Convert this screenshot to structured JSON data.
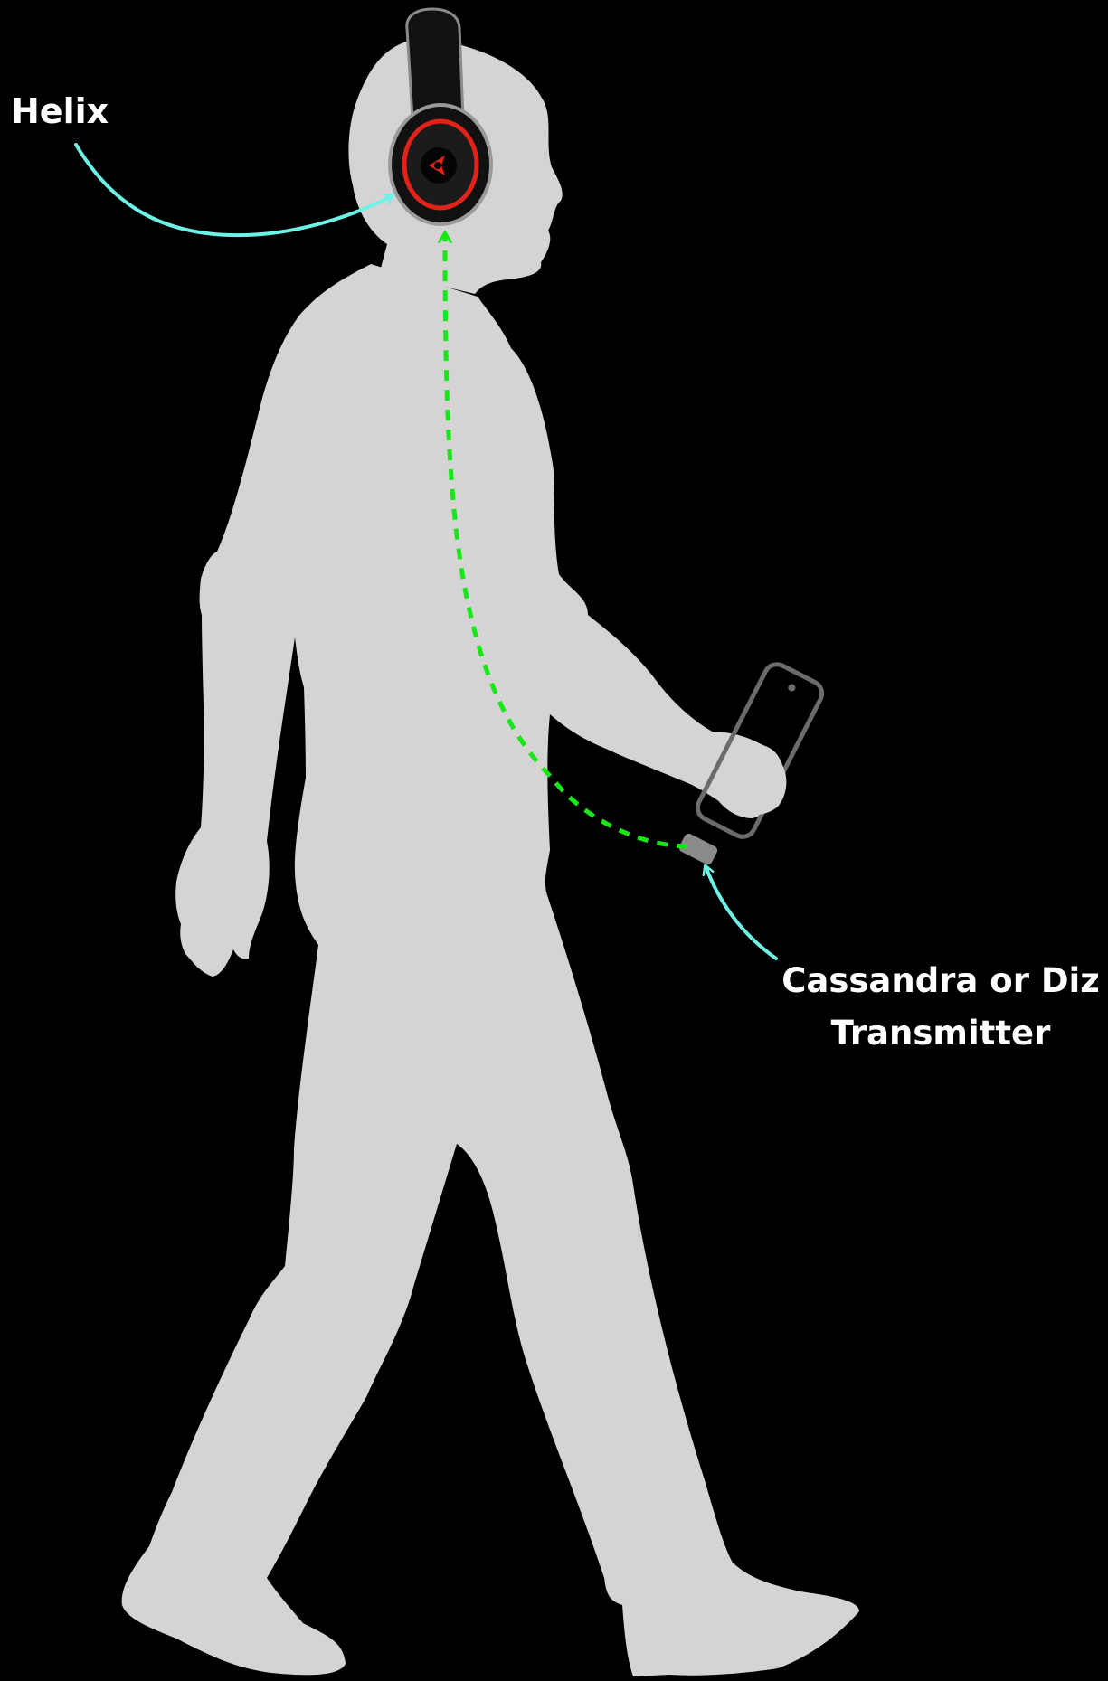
{
  "labels": {
    "headphone": "Helix",
    "transmitter_line1": "Cassandra or Diz",
    "transmitter_line2": "Transmitter"
  },
  "colors": {
    "background": "#000000",
    "silhouette": "#d4d4d4",
    "annotation_arrow": "#6ef2e6",
    "signal_link": "#19e619",
    "headphone_accent": "#e2231a",
    "headphone_body": "#111111",
    "phone_outline": "#6b6b6b",
    "transmitter": "#8a8a8a",
    "label_text": "#ffffff"
  },
  "icons": {
    "headphone": "headphone-icon",
    "phone": "phone-icon",
    "transmitter": "transmitter-dongle-icon",
    "person": "walking-person-silhouette"
  }
}
